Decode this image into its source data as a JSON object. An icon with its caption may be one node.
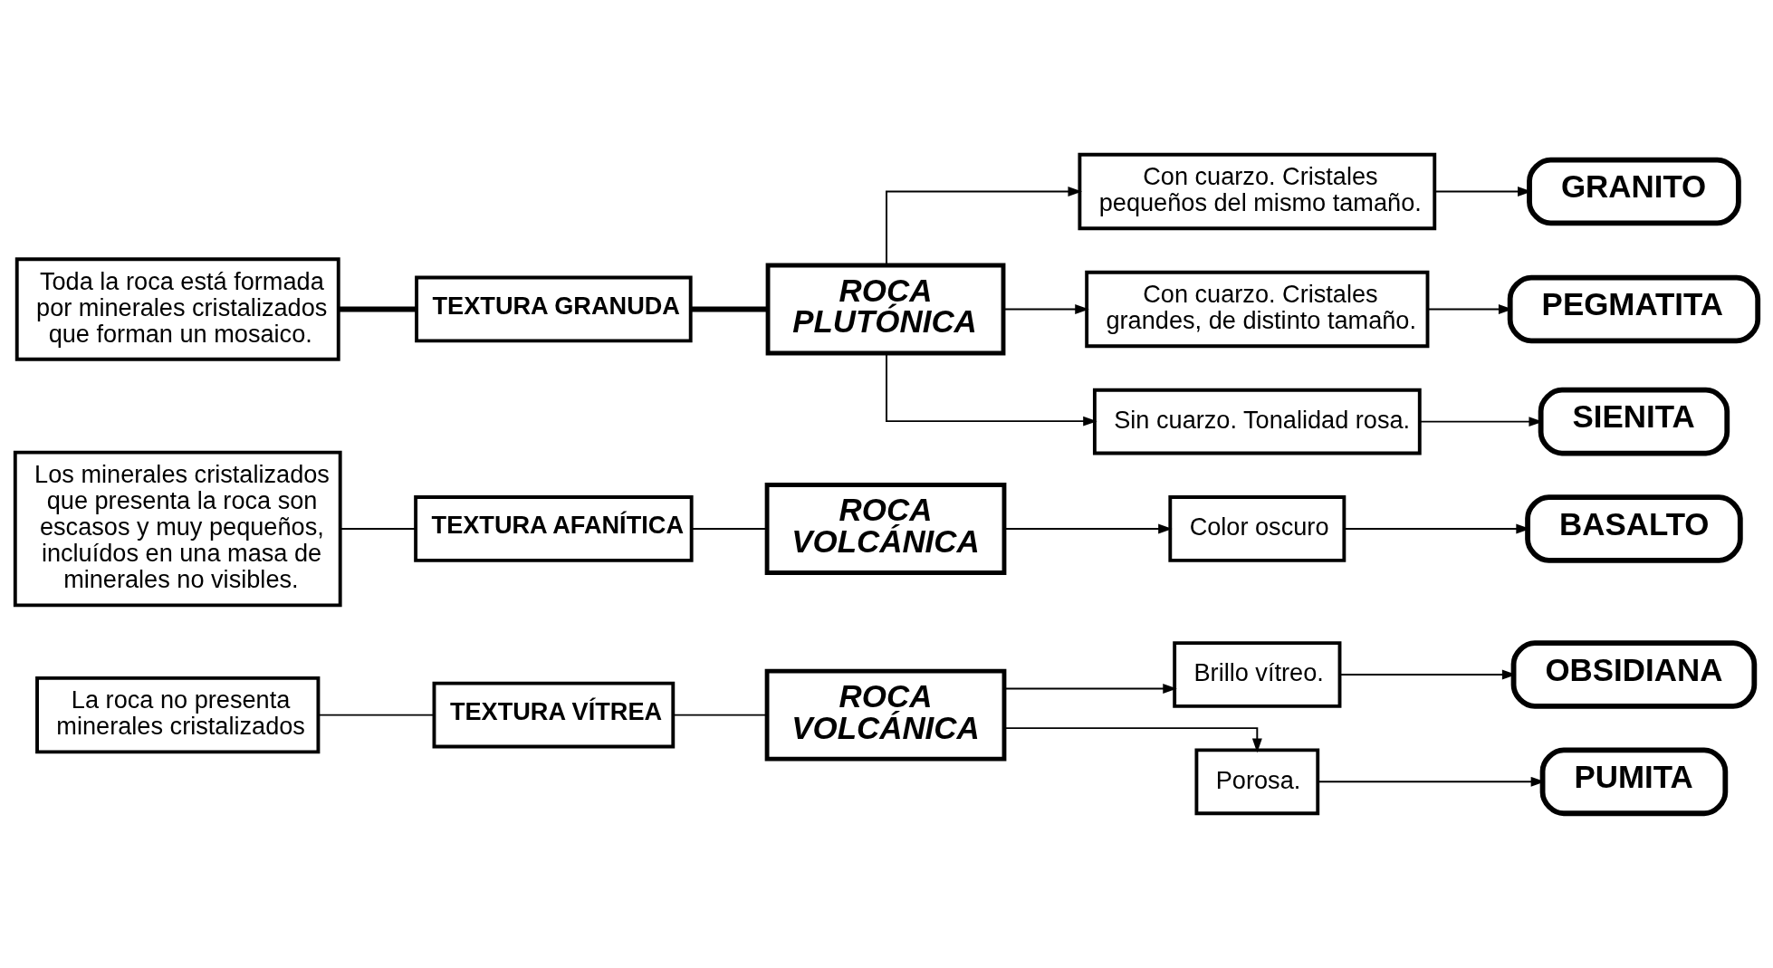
{
  "diagram": {
    "nodes": [
      {
        "text": [
          "Toda la roca está formada por minerales cristalizados que forman un mosaico."
        ]
      },
      {
        "text": [
          "TEXTURA GRANUDA"
        ]
      },
      {
        "text": [
          "ROCA PLUTÓNICA"
        ]
      },
      {
        "text": [
          "Con cuarzo. Cristales pequeños del mismo tamaño."
        ]
      },
      {
        "text": [
          "GRANITO"
        ]
      },
      {
        "text": [
          "Con cuarzo. Cristales grandes, de distinto tamaño."
        ]
      },
      {
        "text": [
          "PEGMATITA"
        ]
      },
      {
        "text": [
          "Sin cuarzo. Tonalidad rosa."
        ]
      },
      {
        "text": [
          "SIENITA"
        ]
      },
      {
        "text": [
          "Los minerales cristalizados que presenta la roca son escasos y muy pequeños, incluídos en una masa de minerales no visibles."
        ]
      },
      {
        "text": [
          "TEXTURA AFANÍTICA"
        ]
      },
      {
        "text": [
          "ROCA VOLCÁNICA"
        ]
      },
      {
        "text": [
          "Color oscuro"
        ]
      },
      {
        "text": [
          "BASALTO"
        ]
      },
      {
        "text": [
          "La roca no presenta minerales cristalizados"
        ]
      },
      {
        "text": [
          "TEXTURA VÍTREA"
        ]
      },
      {
        "text": [
          "ROCA VOLCÁNICA"
        ]
      },
      {
        "text": [
          "Brillo vítreo."
        ]
      },
      {
        "text": [
          "OBSIDIANA"
        ]
      },
      {
        "text": [
          "Porosa."
        ]
      },
      {
        "text": [
          "PUMITA"
        ]
      }
    ],
    "edges": [
      {
        "from": 0,
        "to": 1,
        "arrow": "none",
        "style": "thick"
      },
      {
        "from": 1,
        "to": 2,
        "arrow": "none",
        "style": "thick"
      },
      {
        "from": 2,
        "to": 3,
        "arrow": "to"
      },
      {
        "from": 2,
        "to": 5,
        "arrow": "to"
      },
      {
        "from": 2,
        "to": 7,
        "arrow": "to"
      },
      {
        "from": 3,
        "to": 4,
        "arrow": "to"
      },
      {
        "from": 5,
        "to": 6,
        "arrow": "to"
      },
      {
        "from": 7,
        "to": 8,
        "arrow": "to"
      },
      {
        "from": 9,
        "to": 10,
        "arrow": "none"
      },
      {
        "from": 10,
        "to": 11,
        "arrow": "none"
      },
      {
        "from": 11,
        "to": 12,
        "arrow": "to"
      },
      {
        "from": 12,
        "to": 13,
        "arrow": "to"
      },
      {
        "from": 14,
        "to": 15,
        "arrow": "none"
      },
      {
        "from": 15,
        "to": 16,
        "arrow": "none"
      },
      {
        "from": 16,
        "to": 17,
        "arrow": "to"
      },
      {
        "from": 16,
        "to": 19,
        "arrow": "to"
      },
      {
        "from": 17,
        "to": 18,
        "arrow": "to"
      },
      {
        "from": 19,
        "to": 20,
        "arrow": "to"
      }
    ]
  }
}
